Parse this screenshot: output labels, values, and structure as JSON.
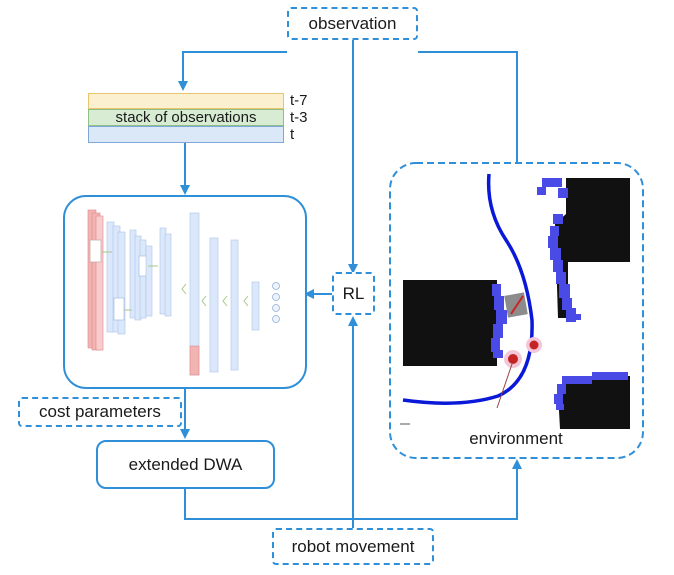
{
  "labels": {
    "observation": "observation",
    "stack": "stack of observations",
    "t7": "t-7",
    "t3": "t-3",
    "t": "t",
    "rl": "RL",
    "cost_parameters": "cost parameters",
    "extended_dwa": "extended DWA",
    "environment": "environment",
    "robot_movement": "robot movement"
  },
  "colors": {
    "accent": "#2f8fd8",
    "layer_t7": "#fbf1d0",
    "layer_t3": "#d7ecd3",
    "layer_t": "#dae8f8",
    "obstacle": "#111111",
    "inflation": "#4a4ae6",
    "path": "#0a18d8"
  }
}
